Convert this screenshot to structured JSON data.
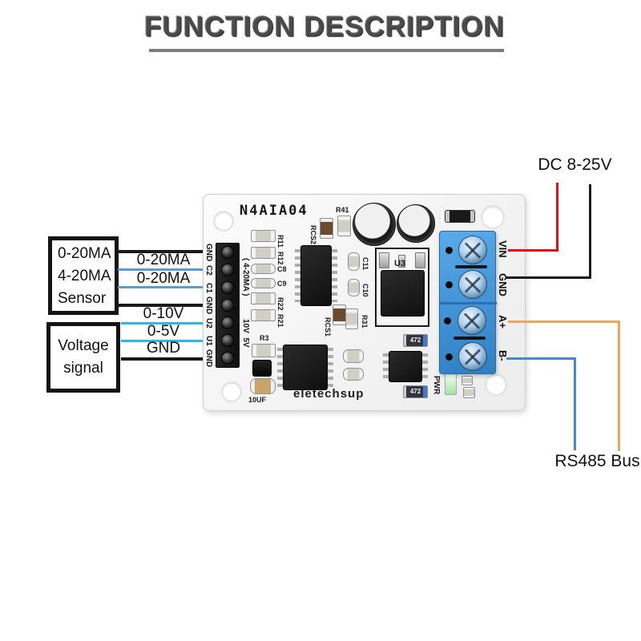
{
  "title": {
    "text": "FUNCTION DESCRIPTION"
  },
  "left": {
    "sensor_box": [
      "0-20MA",
      "4-20MA",
      "Sensor"
    ],
    "voltage_box": [
      "Voltage",
      "signal"
    ],
    "wire_labels": [
      "0-20MA",
      "0-20MA",
      "0-10V",
      "0-5V",
      "GND"
    ]
  },
  "board": {
    "model": "N4AIA04",
    "brand": "eletechsup",
    "pins": [
      "GND",
      "C2",
      "C1",
      "GND",
      "U2",
      "U1",
      "GND"
    ],
    "pin_group_current": "( 4-20MA )",
    "pin_group_voltage": "10V  5V",
    "terminals": [
      "VIN",
      "GND",
      "A+",
      "B-"
    ],
    "refs": {
      "r11": "R11",
      "r12": "R12",
      "c8": "C8",
      "c9": "C9",
      "r22": "R22",
      "r21": "R21",
      "rcs2": "RCS2",
      "r41": "R41",
      "c11": "C11",
      "c10": "C10",
      "u3": "U3",
      "r31": "R31",
      "rcs1": "RCS1",
      "r3": "R3",
      "c_10uf": "10UF",
      "pwr": "PWR",
      "res_code": "472"
    }
  },
  "annotations": {
    "power": "DC 8-25V",
    "bus": "RS485 Bus"
  },
  "colors": {
    "wire_red": "#e60e13",
    "wire_black": "#1a1a1a",
    "wire_orange": "#efa55b",
    "wire_blue": "#4589c8",
    "wire_steel": "#5d9dcd",
    "wire_cyan": "#2cb7ea",
    "terminal_blue_light": "#58aae9",
    "terminal_blue_dark": "#2f7fc4"
  }
}
